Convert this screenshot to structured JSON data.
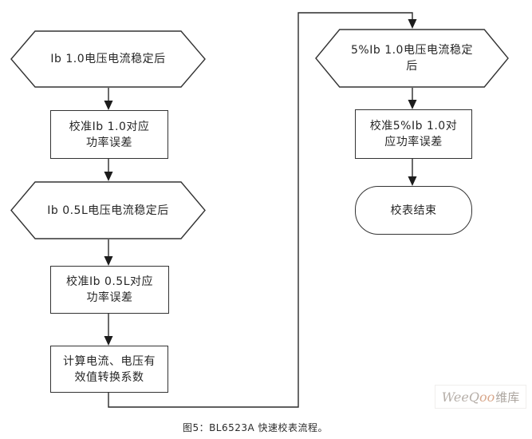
{
  "diagram": {
    "caption": "图5：BL6523A 快速校表流程。",
    "nodes": [
      {
        "id": "ib10-stable",
        "type": "hexagon",
        "lines": [
          "Ib 1.0电压电流稳定后"
        ]
      },
      {
        "id": "cal-ib10",
        "type": "process",
        "lines": [
          "校准Ib 1.0对应",
          "功率误差"
        ]
      },
      {
        "id": "ib05l-stable",
        "type": "hexagon",
        "lines": [
          "Ib 0.5L电压电流稳定后"
        ]
      },
      {
        "id": "cal-ib05l",
        "type": "process",
        "lines": [
          "校准Ib 0.5L对应",
          "功率误差"
        ]
      },
      {
        "id": "calc-rms",
        "type": "process",
        "lines": [
          "计算电流、电压有",
          "效值转换系数"
        ]
      },
      {
        "id": "5pct-ib10-stable",
        "type": "hexagon",
        "lines": [
          "5%Ib 1.0电压电流稳定",
          "后"
        ]
      },
      {
        "id": "cal-5pct-ib10",
        "type": "process",
        "lines": [
          "校准5%Ib 1.0对",
          "应功率误差"
        ]
      },
      {
        "id": "end",
        "type": "terminator",
        "lines": [
          "校表结束"
        ]
      }
    ]
  },
  "watermark": {
    "prefix": "WeeQ",
    "accent": "oo",
    "suffix": "维库"
  },
  "colors": {
    "line": "#2b2b2b",
    "shape_border": "#333333",
    "text": "#262626",
    "watermark_gray": "#b6afa9",
    "watermark_accent": "#d9a88c"
  }
}
